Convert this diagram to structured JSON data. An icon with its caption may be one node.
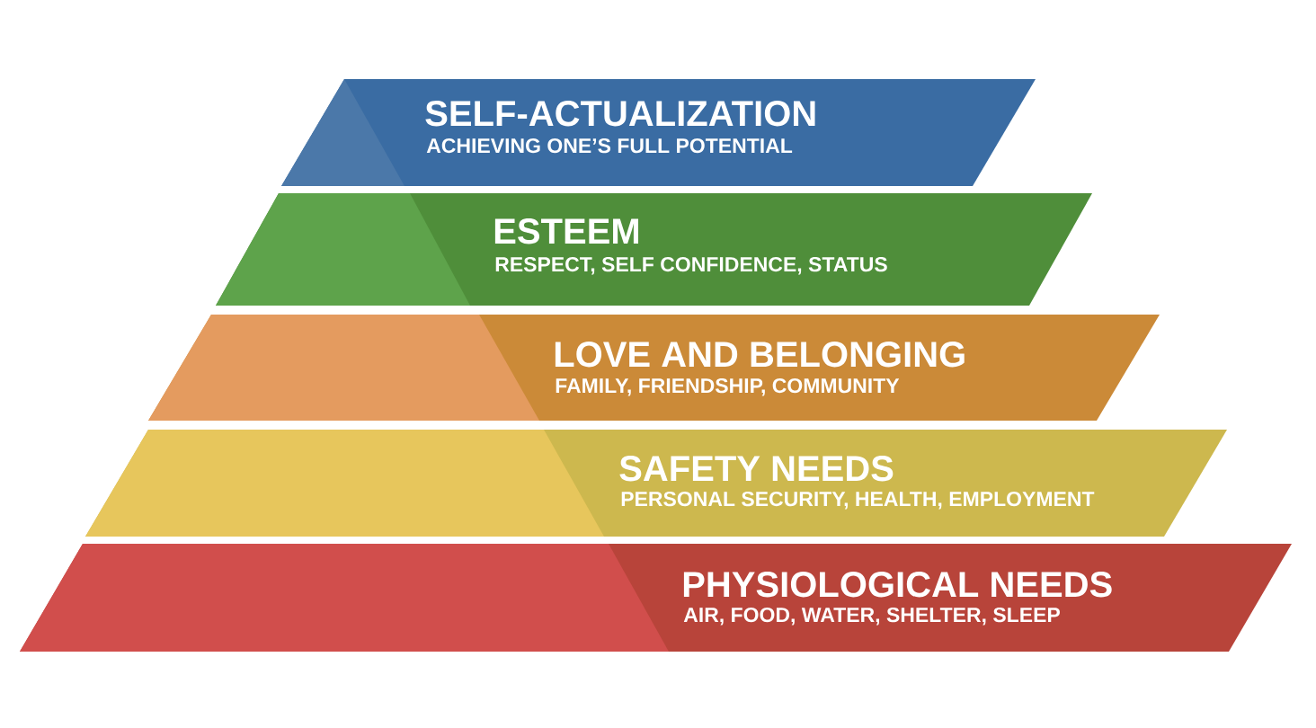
{
  "diagram": {
    "nodes": [
      {
        "text": [
          "SELF-ACTUALIZATION",
          "ACHIEVING ONE’S FULL POTENTIAL"
        ]
      },
      {
        "text": [
          "ESTEEM",
          "RESPECT, SELF CONFIDENCE, STATUS"
        ]
      },
      {
        "text": [
          "LOVE AND BELONGING",
          "FAMILY, FRIENDSHIP, COMMUNITY"
        ]
      },
      {
        "text": [
          "SAFETY NEEDS",
          "PERSONAL SECURITY, HEALTH, EMPLOYMENT"
        ]
      },
      {
        "text": [
          "PHYSIOLOGICAL NEEDS",
          "AIR, FOOD, WATER, SHELTER, SLEEP"
        ]
      }
    ]
  }
}
